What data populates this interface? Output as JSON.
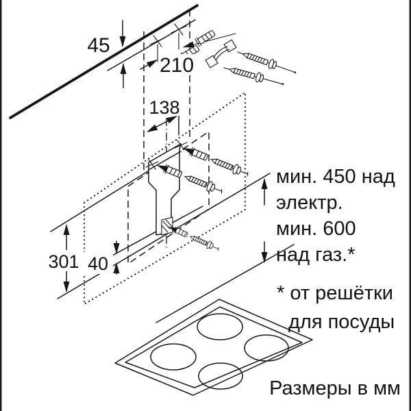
{
  "diagram": {
    "dimensions": {
      "wall_offset": "45",
      "hole_spacing": "210",
      "bracket_hole_spacing": "138",
      "height": "301",
      "bottom_offset": "40"
    },
    "clearance": {
      "line1": "мин. 450 над",
      "line2": "электр.",
      "line3": "мин. 600",
      "line4": "над газ.*"
    },
    "footnote": {
      "line1": "* от решётки",
      "line2": "для посуды"
    },
    "units_label": "Размеры в мм"
  }
}
